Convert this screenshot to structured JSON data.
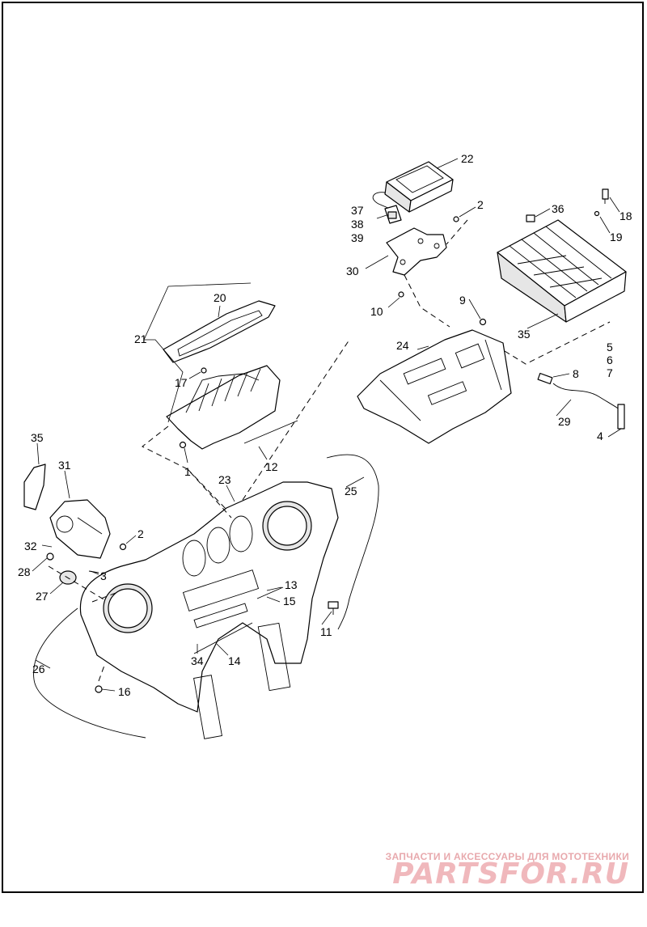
{
  "diagram": {
    "callouts": [
      {
        "id": "c22",
        "label": "22"
      },
      {
        "id": "c2a",
        "label": "2"
      },
      {
        "id": "c37",
        "label": "37"
      },
      {
        "id": "c38",
        "label": "38"
      },
      {
        "id": "c39",
        "label": "39"
      },
      {
        "id": "c30",
        "label": "30"
      },
      {
        "id": "c10",
        "label": "10"
      },
      {
        "id": "c36",
        "label": "36"
      },
      {
        "id": "c18",
        "label": "18"
      },
      {
        "id": "c19",
        "label": "19"
      },
      {
        "id": "c20",
        "label": "20"
      },
      {
        "id": "c21",
        "label": "21"
      },
      {
        "id": "c17",
        "label": "17"
      },
      {
        "id": "c9",
        "label": "9"
      },
      {
        "id": "c24",
        "label": "24"
      },
      {
        "id": "c35a",
        "label": "35"
      },
      {
        "id": "c5",
        "label": "5"
      },
      {
        "id": "c6",
        "label": "6"
      },
      {
        "id": "c7",
        "label": "7"
      },
      {
        "id": "c8",
        "label": "8"
      },
      {
        "id": "c29",
        "label": "29"
      },
      {
        "id": "c4",
        "label": "4"
      },
      {
        "id": "c35b",
        "label": "35"
      },
      {
        "id": "c31",
        "label": "31"
      },
      {
        "id": "c1",
        "label": "1"
      },
      {
        "id": "c12",
        "label": "12"
      },
      {
        "id": "c23",
        "label": "23"
      },
      {
        "id": "c25",
        "label": "25"
      },
      {
        "id": "c2b",
        "label": "2"
      },
      {
        "id": "c32",
        "label": "32"
      },
      {
        "id": "c28",
        "label": "28"
      },
      {
        "id": "c3",
        "label": "3"
      },
      {
        "id": "c27",
        "label": "27"
      },
      {
        "id": "c13",
        "label": "13"
      },
      {
        "id": "c15",
        "label": "15"
      },
      {
        "id": "c11",
        "label": "11"
      },
      {
        "id": "c26",
        "label": "26"
      },
      {
        "id": "c34",
        "label": "34"
      },
      {
        "id": "c14",
        "label": "14"
      },
      {
        "id": "c16",
        "label": "16"
      }
    ]
  },
  "watermark": {
    "subtitle": "ЗАПЧАСТИ И АКСЕССУАРЫ ДЛЯ МОТОТЕХНИКИ",
    "brand": "PARTSFOR.RU"
  }
}
